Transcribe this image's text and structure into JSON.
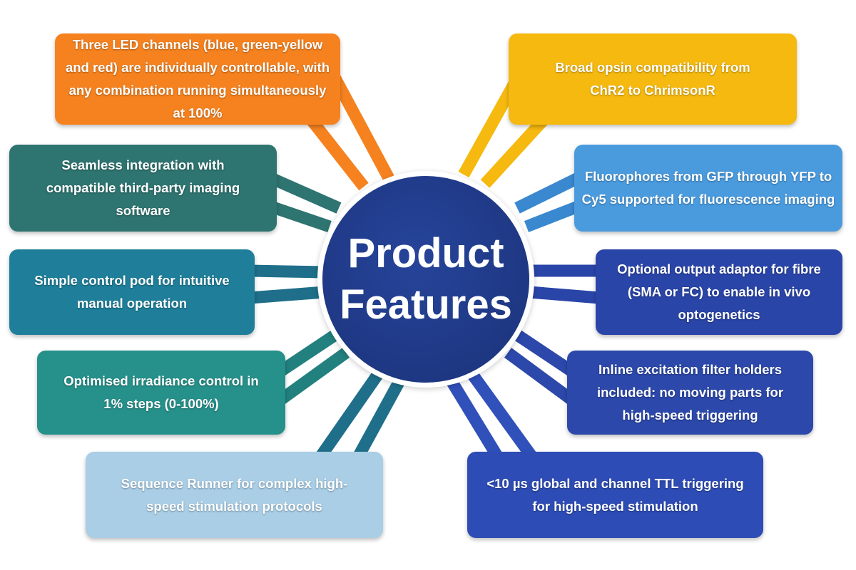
{
  "title": {
    "line1": "Product",
    "line2": "Features"
  },
  "features": [
    {
      "text": "Three LED channels (blue, green-yellow and red) are individually controllable, with any combination running simultaneously at 100%",
      "color": "#F5821F"
    },
    {
      "text": "Seamless integration with compatible third-party imaging software",
      "color": "#2E7470"
    },
    {
      "text": "Simple control pod for intuitive manual operation",
      "color": "#1F7F9A"
    },
    {
      "text": "Optimised irradiance control in 1% steps (0-100%)",
      "color": "#26908A"
    },
    {
      "text": "Sequence Runner for complex high-speed stimulation protocols",
      "color": "#A9CEE6"
    },
    {
      "text": "Broad opsin compatibility from ChR2 to ChrimsonR",
      "color": "#F5B90F"
    },
    {
      "text": "Fluorophores from GFP through YFP to Cy5 supported for fluorescence imaging",
      "color": "#4A9BDE"
    },
    {
      "text": "Optional output adaptor for fibre (SMA or FC) to enable in vivo optogenetics",
      "color": "#2A45A8"
    },
    {
      "text": "Inline excitation filter holders included: no moving parts for high-speed triggering",
      "color": "#2C48AA"
    },
    {
      "text": "<10 µs global and channel TTL triggering for high-speed stimulation",
      "color": "#2D4CB5"
    }
  ]
}
